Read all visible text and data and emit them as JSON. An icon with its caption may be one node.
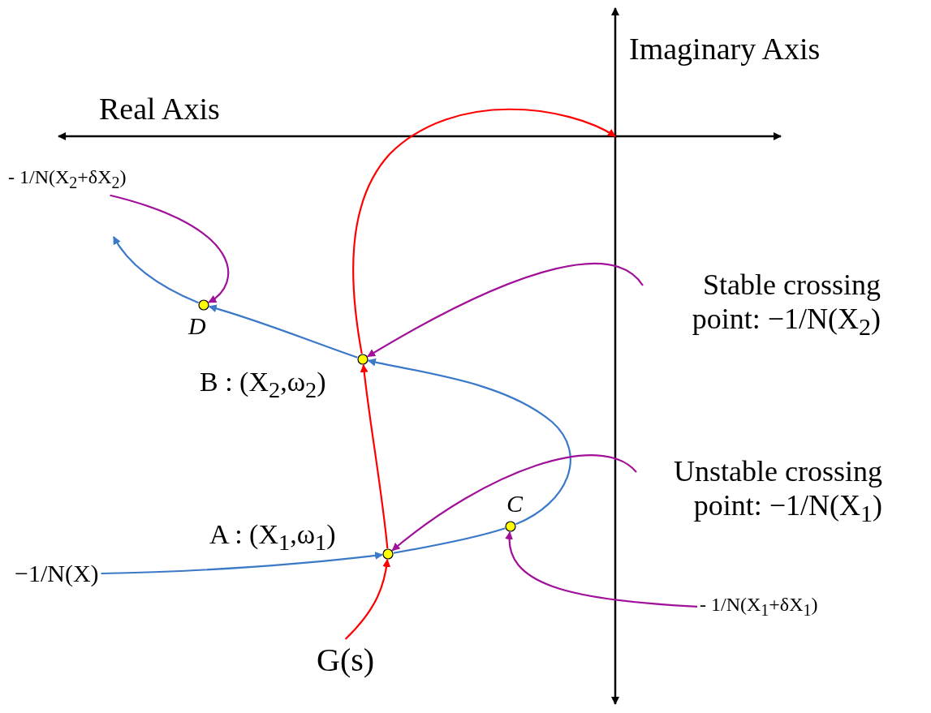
{
  "diagram": {
    "nodes": [
      {
        "text": [
          "−1/N(X)"
        ]
      },
      {
        "text": [
          "G(s)"
        ]
      },
      {
        "text": [],
        "shape": "circle",
        "beside": [
          "A : (X$_{1}$,ω$_{1}$)"
        ]
      },
      {
        "text": [],
        "shape": "circle",
        "beside": [
          "C"
        ]
      },
      {
        "text": [],
        "shape": "circle",
        "beside": [
          "B : (X$_{2}$,ω$_{2}$)"
        ]
      },
      {
        "text": [],
        "shape": "circle",
        "beside": [
          "D"
        ]
      },
      {
        "text": [
          "- 1/N(X$_{2}$+δX$_{2}$)"
        ]
      },
      {
        "text": [
          "Stable crossing point: −1/N(X$_{2}$)"
        ]
      },
      {
        "text": [
          "Unstable crossing point: −1/N(X$_{1}$)"
        ]
      },
      {
        "text": [
          "- 1/N(X$_{1}$+δX$_{1}$)"
        ]
      }
    ],
    "edges": [
      {
        "from": 0,
        "to": 2,
        "arrow": "to"
      },
      {
        "from": 2,
        "to": 3,
        "arrow": "none"
      },
      {
        "from": 3,
        "to": 4,
        "arrow": "to"
      },
      {
        "from": 4,
        "to": 5,
        "arrow": "to"
      },
      {
        "from": 5,
        "to": null,
        "arrow": "to"
      },
      {
        "from": 1,
        "to": 2,
        "arrow": "to",
        "color": "#ff0000"
      },
      {
        "from": 2,
        "to": 4,
        "arrow": "to",
        "color": "#ff0000"
      },
      {
        "from": 4,
        "to": null,
        "arrow": "to",
        "color": "#ff0000"
      },
      {
        "from": 6,
        "to": 5,
        "arrow": "to",
        "color": "#a0109a"
      },
      {
        "from": 7,
        "to": 4,
        "arrow": "to",
        "color": "#a0109a"
      },
      {
        "from": 8,
        "to": 2,
        "arrow": "to",
        "color": "#a0109a"
      },
      {
        "from": 9,
        "to": 3,
        "arrow": "to",
        "color": "#a0109a"
      }
    ],
    "labels": [
      "Imaginary Axis",
      "Real Axis"
    ]
  }
}
